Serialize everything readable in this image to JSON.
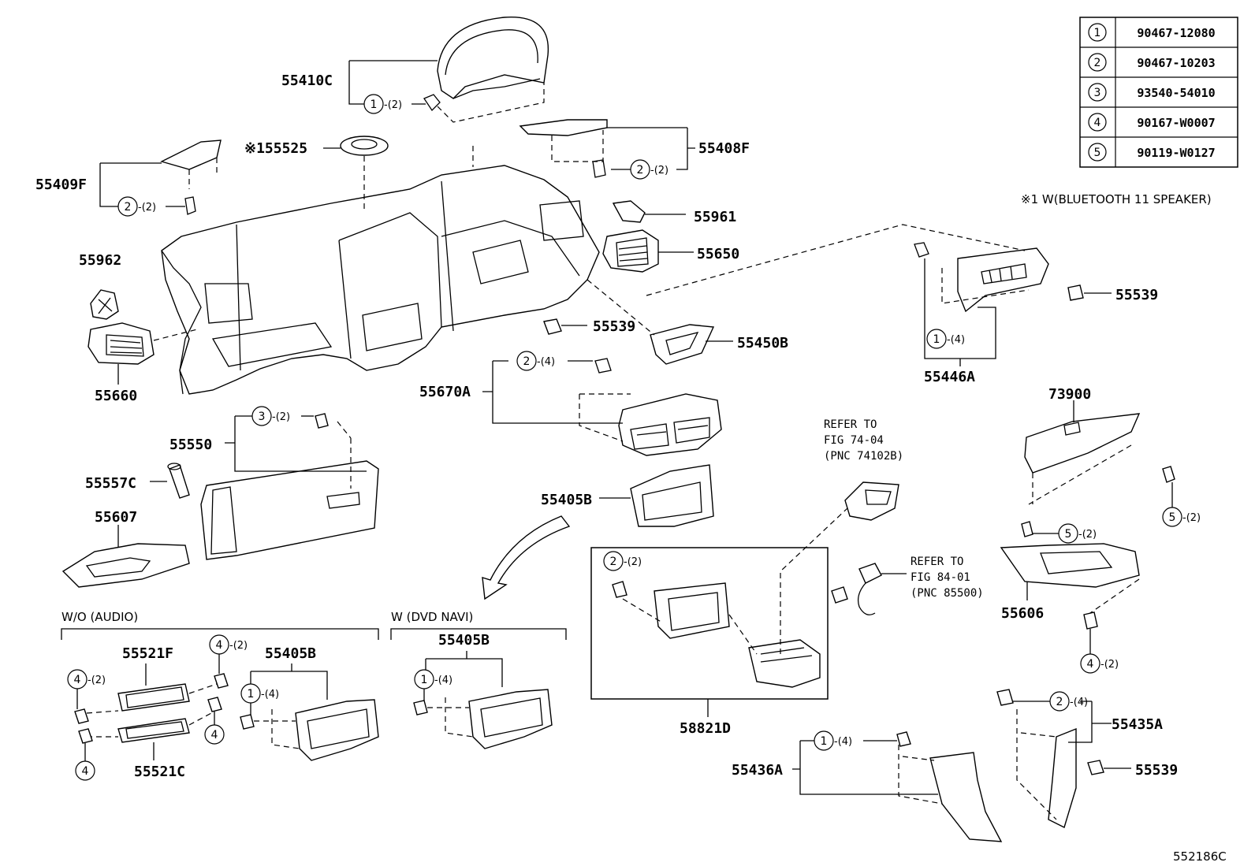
{
  "footnote": "※1  W(BLUETOOTH 11 SPEAKER)",
  "figure_code": "552186C",
  "fastener_table": [
    {
      "num": "1",
      "part": "90467-12080"
    },
    {
      "num": "2",
      "part": "90467-10203"
    },
    {
      "num": "3",
      "part": "93540-54010"
    },
    {
      "num": "4",
      "part": "90167-W0007"
    },
    {
      "num": "5",
      "part": "90119-W0127"
    }
  ],
  "labels": {
    "p55410C": "55410C",
    "p155525": "※155525",
    "p55408F": "55408F",
    "p55409F": "55409F",
    "p55961": "55961",
    "p55650": "55650",
    "p55962": "55962",
    "p55539_a": "55539",
    "p55539_b": "55539",
    "p55539_c": "55539",
    "p55450B": "55450B",
    "p55446A": "55446A",
    "p55660": "55660",
    "p55670A": "55670A",
    "p73900": "73900",
    "p55550": "55550",
    "p55557C": "55557C",
    "p55405B_main": "55405B",
    "p55607": "55607",
    "p55606": "55606",
    "p58821D": "58821D",
    "p55435A": "55435A",
    "p55436A": "55436A",
    "p55521F": "55521F",
    "p55521C": "55521C",
    "p55405B_audio": "55405B",
    "p55405B_navi": "55405B"
  },
  "refs": {
    "ref1_line1": "REFER TO",
    "ref1_line2": "FIG 74-04",
    "ref1_line3": "(PNC 74102B)",
    "ref2_line1": "REFER TO",
    "ref2_line2": "FIG 84-01",
    "ref2_line3": "(PNC 85500)"
  },
  "variants": {
    "wo_audio": "W/O (AUDIO)",
    "w_dvd_navi": "W (DVD  NAVI)"
  },
  "callouts": {
    "c_55410C": {
      "num": "1",
      "qty": "-(2)"
    },
    "c_55408F": {
      "num": "2",
      "qty": "-(2)"
    },
    "c_55409F": {
      "num": "2",
      "qty": "-(2)"
    },
    "c_55446A": {
      "num": "1",
      "qty": "-(4)"
    },
    "c_55670A": {
      "num": "2",
      "qty": "-(4)"
    },
    "c_55550": {
      "num": "3",
      "qty": "-(2)"
    },
    "c_73900_r": {
      "num": "5",
      "qty": "-(2)"
    },
    "c_73900_l": {
      "num": "5",
      "qty": "-(2)"
    },
    "c_58821D": {
      "num": "2",
      "qty": "-(2)"
    },
    "c_55606": {
      "num": "4",
      "qty": "-(2)"
    },
    "c_55435A": {
      "num": "2",
      "qty": "-(4)"
    },
    "c_55436A": {
      "num": "1",
      "qty": "-(4)"
    },
    "c_audio_tl": {
      "num": "4",
      "qty": "-(2)"
    },
    "c_audio_tr": {
      "num": "4",
      "qty": "-(2)"
    },
    "c_audio_r": {
      "num": "4",
      "qty": ""
    },
    "c_audio_b": {
      "num": "4",
      "qty": ""
    },
    "c_audio_1": {
      "num": "1",
      "qty": "-(4)"
    },
    "c_navi_1": {
      "num": "1",
      "qty": "-(4)"
    }
  }
}
